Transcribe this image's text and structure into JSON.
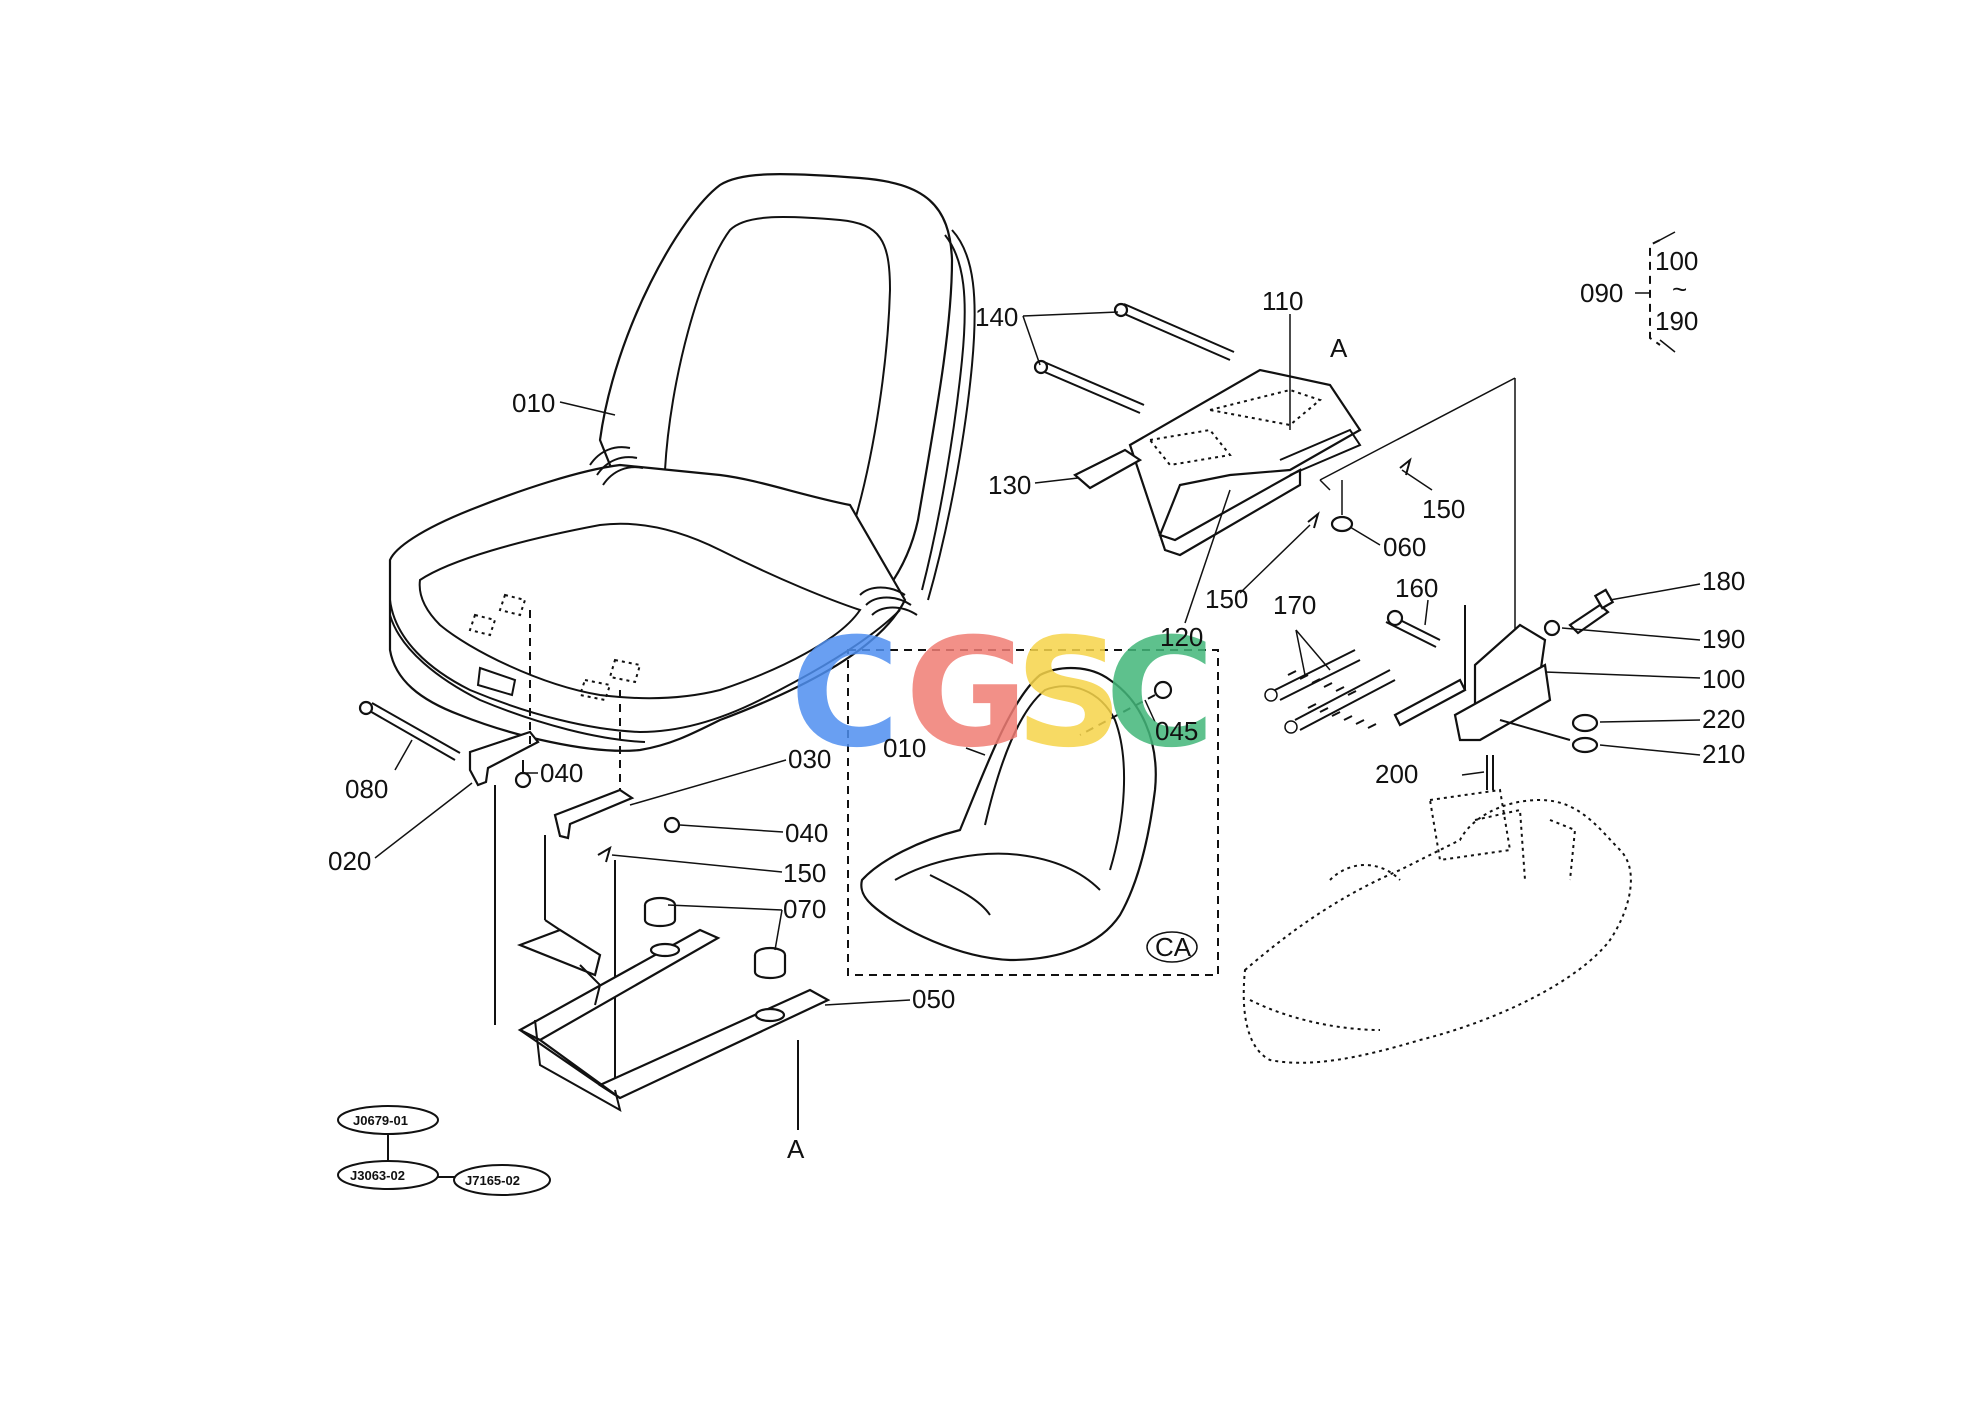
{
  "diagram": {
    "watermark": {
      "letters": [
        "C",
        "G",
        "S",
        "C"
      ],
      "colors": [
        "#4f8ff0",
        "#f07d74",
        "#f6d44a",
        "#43b77a"
      ]
    },
    "part_labels": {
      "p010_main": "010",
      "p010_ca": "010",
      "p020": "020",
      "p030": "030",
      "p040_upper": "040",
      "p040_lower": "040",
      "p045": "045",
      "p050": "050",
      "p060": "060",
      "p070": "070",
      "p080": "080",
      "p090": "090",
      "p100_group": "100",
      "p100": "100",
      "p110": "110",
      "p120": "120",
      "p130": "130",
      "p140": "140",
      "p150_a": "150",
      "p150_b": "150",
      "p150_c": "150",
      "p160": "160",
      "p170": "170",
      "p180": "180",
      "p190_group": "190",
      "p190": "190",
      "p200": "200",
      "p210": "210",
      "p220": "220",
      "range_tilde": "~",
      "ref_a_top": "A",
      "ref_a_bottom": "A",
      "ca_tag": "CA"
    },
    "reference_codes": [
      "J0679-01",
      "J3063-02",
      "J7165-02"
    ]
  }
}
